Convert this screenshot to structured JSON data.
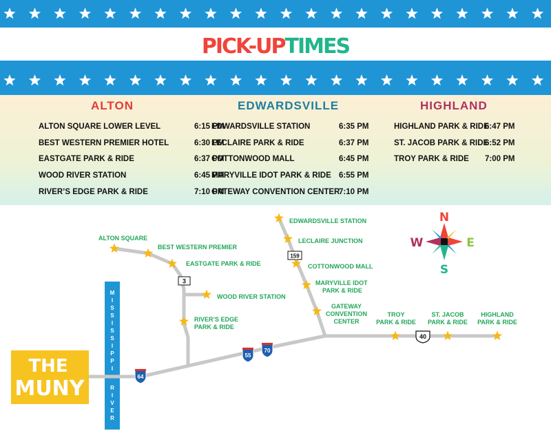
{
  "title": {
    "part1": "PICK-UP",
    "part2": "TIMES"
  },
  "colors": {
    "banner_blue": "#1f95d6",
    "title_red": "#f0443a",
    "title_green": "#22b58c",
    "alton": "#e23c37",
    "edwardsville": "#1b7fa0",
    "highland": "#b0315f",
    "label_green": "#22a65a",
    "star": "#f6b817",
    "road": "#c8c8c8",
    "river": "#1f95d6",
    "muny": "#f7c320"
  },
  "schedule": {
    "alton": {
      "heading": "ALTON",
      "stops": [
        {
          "name": "ALTON SQUARE LOWER LEVEL",
          "time": "6:15 PM"
        },
        {
          "name": "BEST WESTERN PREMIER HOTEL",
          "time": "6:30 PM"
        },
        {
          "name": "EASTGATE PARK & RIDE",
          "time": "6:37 PM"
        },
        {
          "name": "WOOD RIVER STATION",
          "time": "6:45 PM"
        },
        {
          "name": "RIVER’S EDGE PARK & RIDE",
          "time": "7:10 PM"
        }
      ]
    },
    "edwardsville": {
      "heading": "EDWARDSVILLE",
      "stops": [
        {
          "name": "EDWARDSVILLE STATION",
          "time": "6:35 PM"
        },
        {
          "name": "LECLAIRE PARK & RIDE",
          "time": "6:37 PM"
        },
        {
          "name": "COTTONWOOD MALL",
          "time": "6:45 PM"
        },
        {
          "name": "MARYVILLE IDOT PARK & RIDE",
          "time": "6:55 PM"
        },
        {
          "name": "GATEWAY CONVENTION CENTER",
          "time": "7:10 PM"
        }
      ]
    },
    "highland": {
      "heading": "HIGHLAND",
      "stops": [
        {
          "name": "HIGHLAND PARK & RIDE",
          "time": "6:47 PM"
        },
        {
          "name": "ST. JACOB PARK & RIDE",
          "time": "6:52 PM"
        },
        {
          "name": "TROY PARK & RIDE",
          "time": "7:00 PM"
        }
      ]
    }
  },
  "map": {
    "labels": {
      "alton_square": "ALTON SQUARE",
      "best_western": "BEST WESTERN PREMIER",
      "eastgate": "EASTGATE PARK & RIDE",
      "wood_river": "WOOD RIVER STATION",
      "rivers_edge_1": "RIVER’S EDGE",
      "rivers_edge_2": "PARK & RIDE",
      "edwardsville_station": "EDWARDSVILLE STATION",
      "leclaire": "LECLAIRE JUNCTION",
      "cottonwood": "COTTONWOOD MALL",
      "maryville_1": "MARYVILLE IDOT",
      "maryville_2": "PARK & RIDE",
      "gateway_1": "GATEWAY",
      "gateway_2": "CONVENTION",
      "gateway_3": "CENTER",
      "troy_1": "TROY",
      "troy_2": "PARK & RIDE",
      "stjacob_1": "ST. JACOB",
      "stjacob_2": "PARK & RIDE",
      "highland_1": "HIGHLAND",
      "highland_2": "PARK & RIDE"
    },
    "route_shields": {
      "r3": "3",
      "r159": "159",
      "i64": "64",
      "i55": "55",
      "i70": "70",
      "us40": "40"
    },
    "river_letters": [
      "M",
      "I",
      "S",
      "S",
      "I",
      "S",
      "S",
      "I",
      "P",
      "P",
      "I",
      "R",
      "I",
      "V",
      "E",
      "R"
    ],
    "compass": {
      "n": "N",
      "s": "S",
      "e": "E",
      "w": "W"
    },
    "muny": {
      "line1": "THE",
      "line2": "MUNY"
    }
  }
}
